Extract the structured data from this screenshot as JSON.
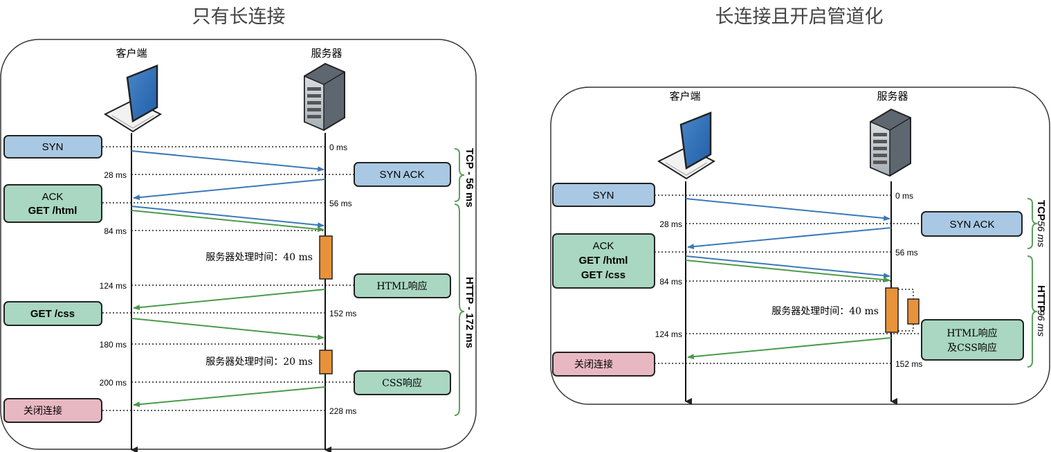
{
  "left": {
    "title": "只有长连接",
    "client": "客户端",
    "server": "服务器",
    "msg_syn": "SYN",
    "msg_synack": "SYN ACK",
    "msg_ack": "ACK",
    "msg_get_html": "GET /html",
    "msg_html_resp": "HTML响应",
    "msg_get_css": "GET /css",
    "msg_css_resp": "CSS响应",
    "msg_close": "关闭连接",
    "proc1": "服务器处理时间：40 ms",
    "proc2": "服务器处理时间：20 ms",
    "t0": "0 ms",
    "t28": "28 ms",
    "t56": "56 ms",
    "t84": "84 ms",
    "t124": "124 ms",
    "t152": "152 ms",
    "t180": "180 ms",
    "t200": "200 ms",
    "t228": "228 ms",
    "tcp": "TCP - 56 ms",
    "http": "HTTP - 172 ms"
  },
  "right": {
    "title": "长连接且开启管道化",
    "client": "客户端",
    "server": "服务器",
    "msg_syn": "SYN",
    "msg_synack": "SYN ACK",
    "msg_ack": "ACK",
    "msg_get_html": "GET /html",
    "msg_get_css": "GET /css",
    "msg_resp1": "HTML响应",
    "msg_resp2": "及CSS响应",
    "msg_close": "关闭连接",
    "proc": "服务器处理时间：40 ms",
    "t0": "0 ms",
    "t28": "28 ms",
    "t56": "56 ms",
    "t84": "84 ms",
    "t124": "124 ms",
    "t152": "152 ms",
    "tcp_label": "TCP",
    "tcp_time": "56 ms",
    "http_label": "HTTP",
    "http_time": "96 ms"
  },
  "colors": {
    "blue_box": "#a9c8e3",
    "green_box": "#a9d7c1",
    "pink_box": "#e8b8c2",
    "orange": "#e8923a",
    "blue_arrow": "#3a78b8",
    "green_arrow": "#4a9a4a",
    "bracket": "#5aa05a"
  },
  "icons": [
    "laptop-icon",
    "server-icon"
  ]
}
